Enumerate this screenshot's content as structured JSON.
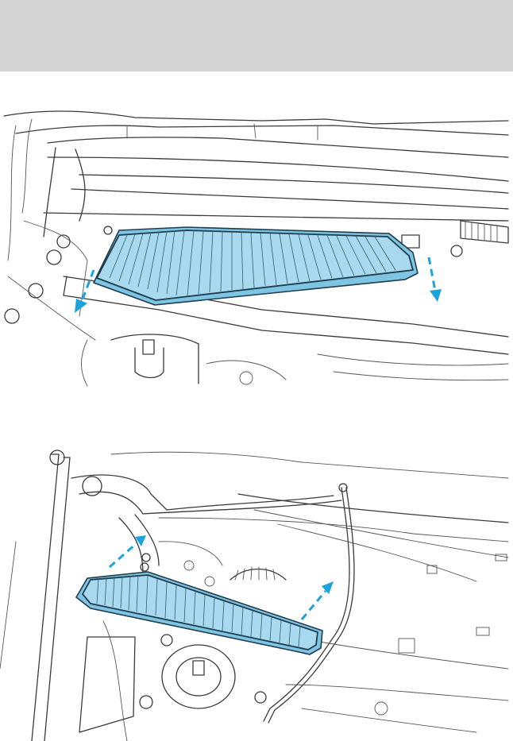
{
  "header": {
    "background_color": "#d4d4d4"
  },
  "figures": [
    {
      "id": "filter-removal",
      "filter_color": "#a9d9ee",
      "arrow_color": "#1aa3dc",
      "arrow_direction": "down"
    },
    {
      "id": "filter-installation",
      "filter_color": "#a9d9ee",
      "arrow_color": "#1aa3dc",
      "arrow_direction": "up"
    }
  ]
}
